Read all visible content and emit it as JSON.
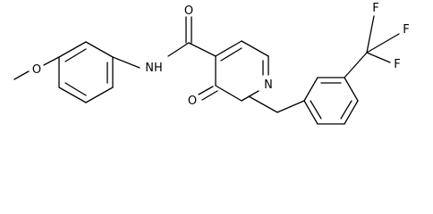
{
  "molecule": {
    "name": "",
    "atoms": {
      "carbonyl_oxygen": "O",
      "amide_nitrogen": "NH",
      "methoxy_oxygen": "O",
      "ring_oxygen": "O",
      "ring_nitrogen": "N",
      "fluorine_1": "F",
      "fluorine_2": "F",
      "fluorine_3": "F"
    }
  }
}
